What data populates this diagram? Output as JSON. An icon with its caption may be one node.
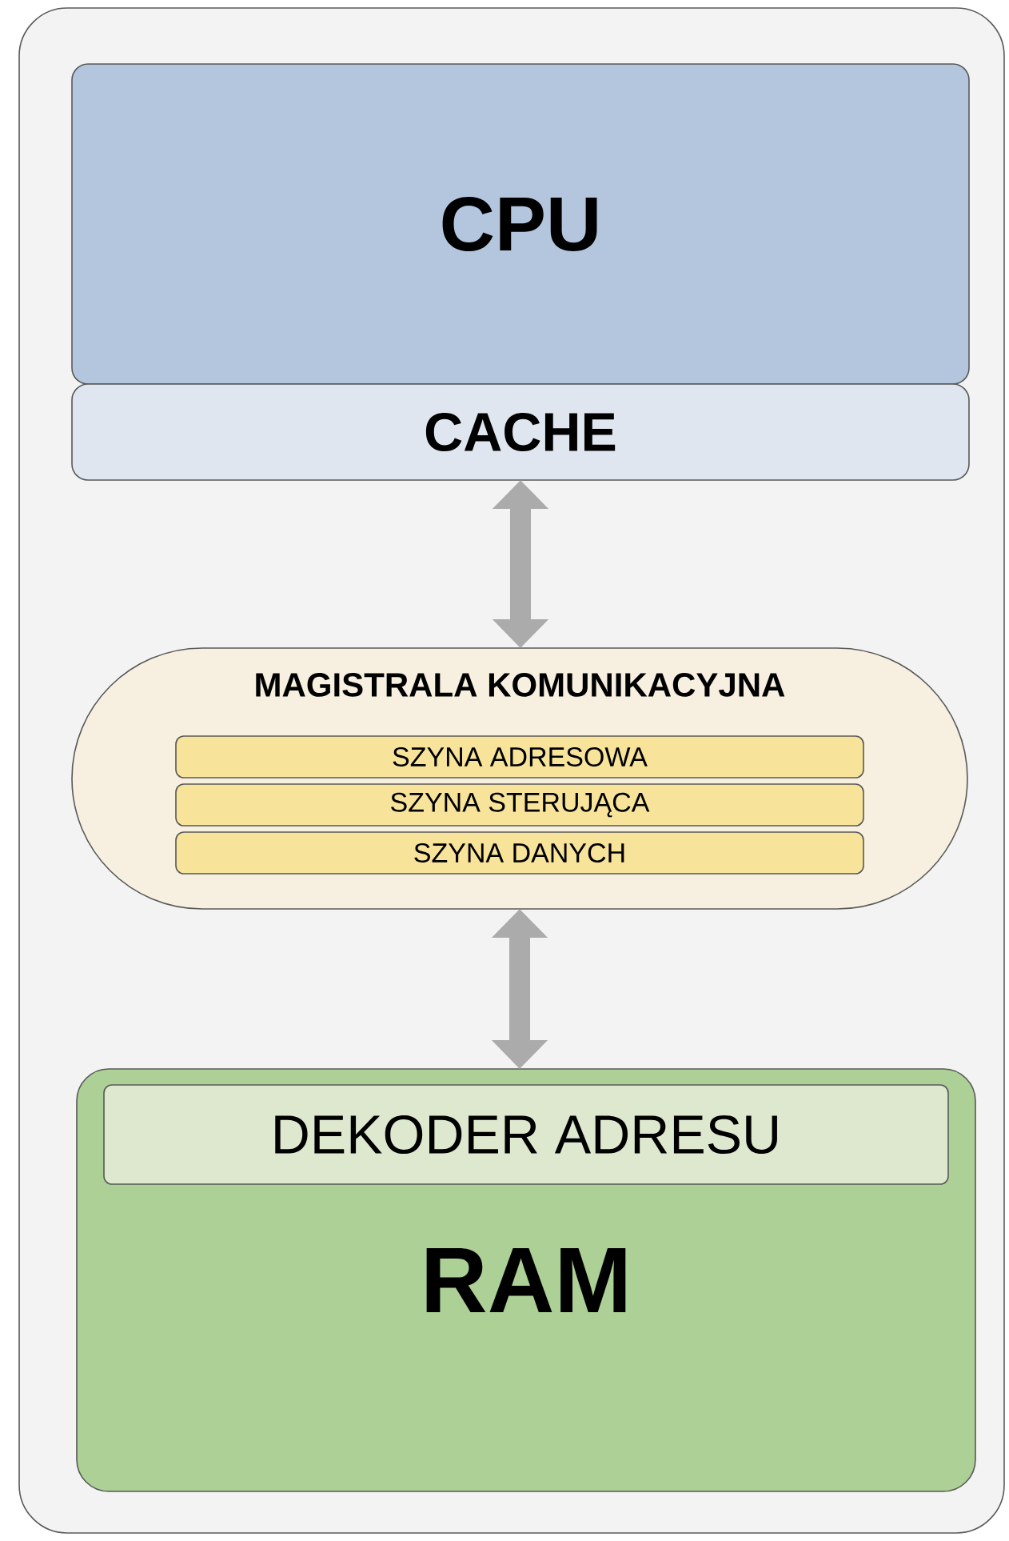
{
  "diagram": {
    "nodes": [
      {
        "text": [],
        "shape": "box"
      },
      {
        "text": [
          "CPU"
        ],
        "in": 0
      },
      {
        "text": [
          "CACHE"
        ],
        "in": 0
      },
      {
        "text": [
          "MAGISTRALA KOMUNIKACYJNA"
        ],
        "in": 0
      },
      {
        "text": [
          "SZYNA ADRESOWA"
        ],
        "in": 3
      },
      {
        "text": [
          "SZYNA STERUJĄCA"
        ],
        "in": 3
      },
      {
        "text": [
          "SZYNA DANYCH"
        ],
        "in": 3
      },
      {
        "text": [
          "RAM"
        ],
        "in": 0
      },
      {
        "text": [
          "DEKODER ADRESU"
        ],
        "in": 7
      }
    ],
    "edges": [
      {
        "from": 2,
        "to": 3,
        "arrow": "both"
      },
      {
        "from": 3,
        "to": 7,
        "arrow": "both"
      }
    ]
  }
}
